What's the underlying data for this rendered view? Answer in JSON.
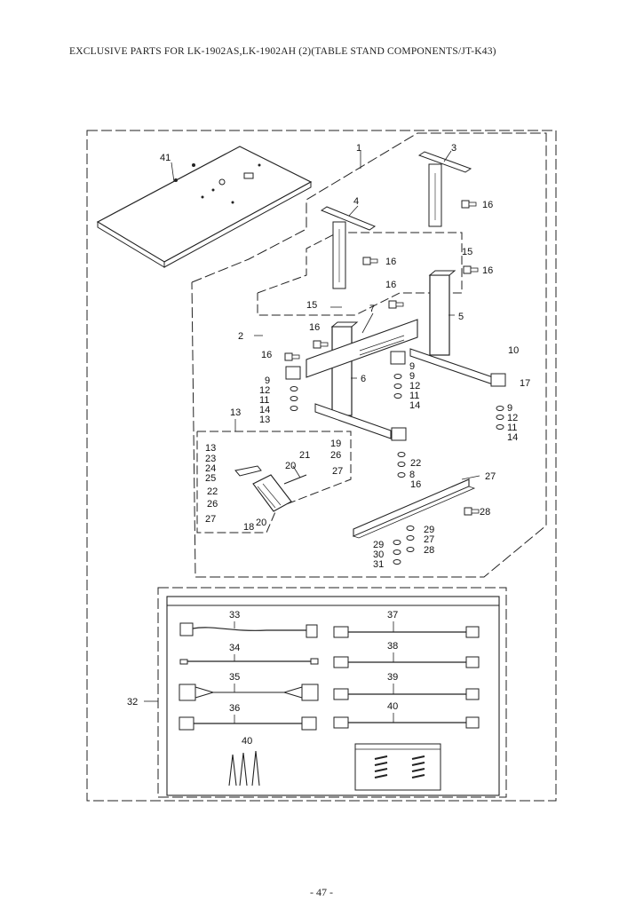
{
  "header": {
    "title": "EXCLUSIVE PARTS FOR LK-1902AS,LK-1902AH (2)(TABLE STAND COMPONENTS/JT-K43)"
  },
  "footer": {
    "page_number": "- 47 -"
  },
  "figure": {
    "callouts": [
      "41",
      "1",
      "3",
      "16",
      "4",
      "16",
      "15",
      "16",
      "16",
      "15",
      "7",
      "5",
      "2",
      "16",
      "10",
      "16",
      "9",
      "6",
      "9",
      "12",
      "11",
      "14",
      "13",
      "9",
      "12",
      "11",
      "14",
      "13",
      "17",
      "9",
      "12",
      "11",
      "14",
      "13",
      "23",
      "24",
      "25",
      "19",
      "26",
      "27",
      "20",
      "21",
      "22",
      "26",
      "27",
      "20",
      "18",
      "22",
      "8",
      "16",
      "27",
      "28",
      "29",
      "27",
      "28",
      "29",
      "30",
      "31",
      "32",
      "33",
      "34",
      "35",
      "36",
      "37",
      "38",
      "39",
      "40",
      "40"
    ]
  }
}
